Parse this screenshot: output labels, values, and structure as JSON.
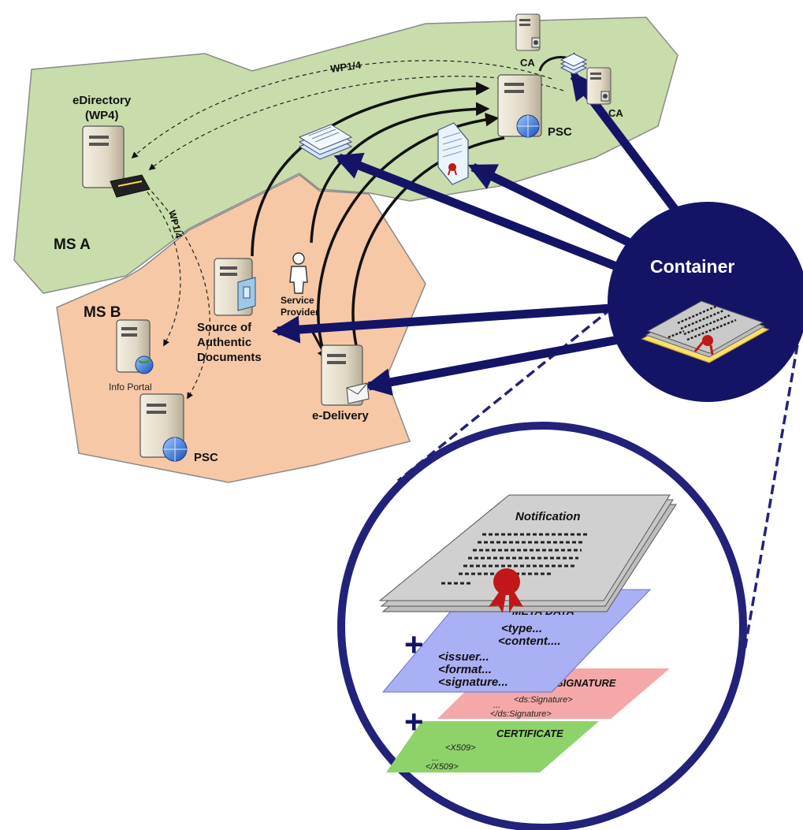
{
  "regions": {
    "ms_a": "MS A",
    "ms_b": "MS B"
  },
  "labels": {
    "ca_top": "CA",
    "ca_right": "CA",
    "psc_a": "PSC",
    "ediirectory_line1": "eDirectory",
    "ediirectory_line2": "(WP4)",
    "wp14_top": "WP1/4",
    "wp14_side": "WP1/4",
    "source_line1": "Source of",
    "source_line2": "Authentic",
    "source_line3": "Documents",
    "service_line1": "Service",
    "service_line2": "Provider",
    "info_portal": "Info Portal",
    "psc_b": "PSC",
    "edelivery": "e-Delivery",
    "container": "Container"
  },
  "zoom": {
    "notification_title": "Notification",
    "meta_title": "META DATA",
    "meta_lines": [
      "<type...",
      "<content....",
      "<issuer...",
      "<format...",
      "<signature..."
    ],
    "signature_title": "SIGNATURE",
    "signature_lines": [
      "<ds:Signature>",
      "...",
      "</ds:Signature>"
    ],
    "certificate_title": "CERTIFICATE",
    "certificate_lines": [
      "<X509>",
      "...",
      "</X509>"
    ],
    "plus": "+"
  },
  "colors": {
    "ms_a_fill": "#c9dcab",
    "ms_b_fill": "#f6c8a6",
    "navy": "#141467",
    "meta_fill": "#aab0f4",
    "signature_fill": "#f4a8a8",
    "certificate_fill": "#8ed26a",
    "seal": "#c01818"
  }
}
